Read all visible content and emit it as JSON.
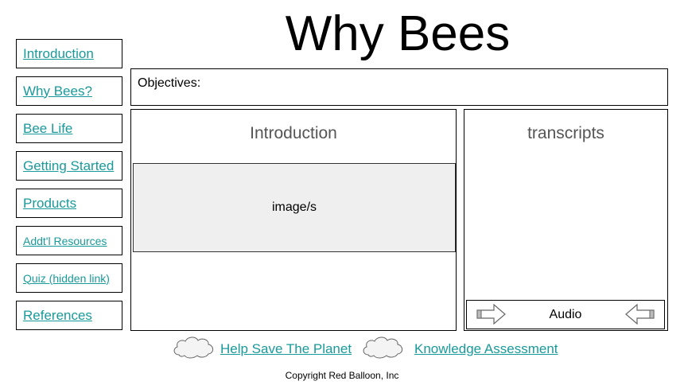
{
  "header": {
    "title": "Why Bees"
  },
  "sidebar": {
    "items": [
      {
        "label": "Introduction"
      },
      {
        "label": "Why Bees?"
      },
      {
        "label": "Bee Life"
      },
      {
        "label": "Getting Started"
      },
      {
        "label": "Products"
      },
      {
        "label": "Addt'l Resources"
      },
      {
        "label": "Quiz (hidden link)"
      },
      {
        "label": "References"
      }
    ]
  },
  "objectives": {
    "label": "Objectives:"
  },
  "content": {
    "heading": "Introduction",
    "image_placeholder": "image/s"
  },
  "transcripts": {
    "heading": "transcripts",
    "audio_label": "Audio"
  },
  "footer": {
    "links": [
      {
        "label": "Help Save The Planet",
        "icon": "cloud-icon"
      },
      {
        "label": "Knowledge Assessment",
        "icon": "cloud-icon"
      }
    ],
    "copyright": "Copyright Red Balloon, Inc"
  },
  "colors": {
    "link": "#1a9a9a",
    "image_bg": "#efefef",
    "heading_gray": "#555555"
  }
}
